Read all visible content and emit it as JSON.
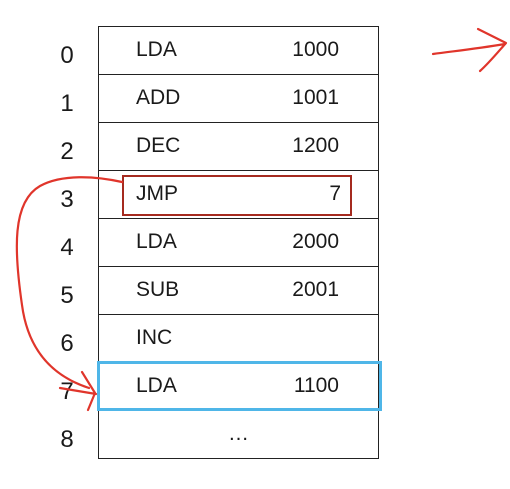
{
  "memory": {
    "rows": [
      {
        "index": "0",
        "op": "LDA",
        "arg": "1000"
      },
      {
        "index": "1",
        "op": "ADD",
        "arg": "1001"
      },
      {
        "index": "2",
        "op": "DEC",
        "arg": "1200"
      },
      {
        "index": "3",
        "op": "JMP",
        "arg": "7"
      },
      {
        "index": "4",
        "op": "LDA",
        "arg": "2000"
      },
      {
        "index": "5",
        "op": "SUB",
        "arg": "2001"
      },
      {
        "index": "6",
        "op": "INC",
        "arg": ""
      },
      {
        "index": "7",
        "op": "LDA",
        "arg": "1100"
      },
      {
        "index": "8",
        "op": "",
        "arg": "…"
      }
    ]
  },
  "annotations": {
    "jump_source_index": "3",
    "jump_target_index": "7",
    "jump_arrow_color": "#e0352b",
    "source_box_color": "#a52a1f",
    "target_box_color": "#4fb6e8",
    "next_arrow_color": "#e0352b"
  }
}
